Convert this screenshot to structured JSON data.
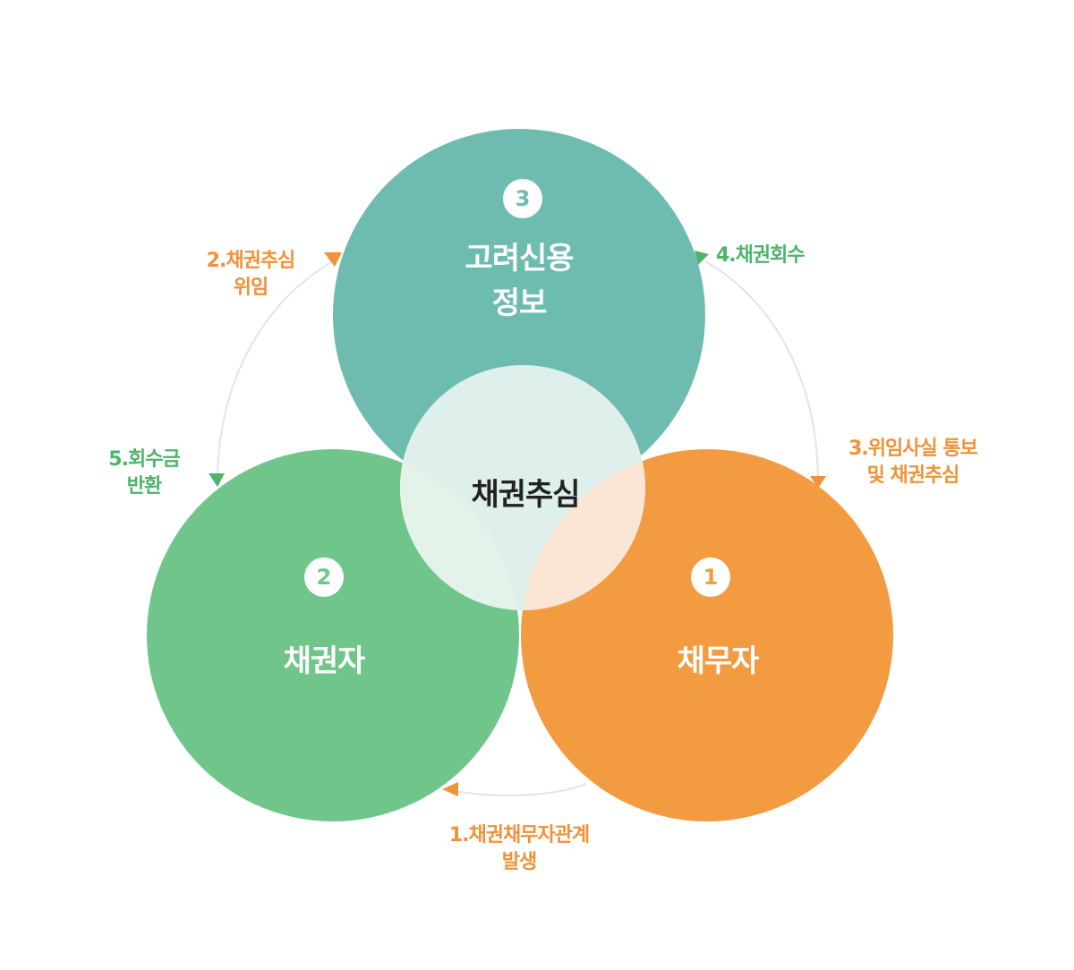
{
  "circles": {
    "top": {
      "number": "3",
      "title_line1": "고려신용",
      "title_line2": "정보",
      "color": "#6dbcaf"
    },
    "left": {
      "number": "2",
      "title": "채권자",
      "color": "#70c58a"
    },
    "right": {
      "number": "1",
      "title": "채무자",
      "color": "#f29b40"
    }
  },
  "center": {
    "title": "채권추심",
    "color": "#e2f1ee"
  },
  "steps": {
    "step1": {
      "line1": "1.채권채무자관계",
      "line2": "발생",
      "color": "#f0923a"
    },
    "step2": {
      "line1": "2.채권추심",
      "line2": "위임",
      "color": "#f0923a"
    },
    "step3": {
      "line1": "3.위임사실 통보",
      "line2": "및 채권추심",
      "color": "#f0923a"
    },
    "step4": {
      "line1": "4.채권회수",
      "color": "#4fb36b"
    },
    "step5": {
      "line1": "5.회수금",
      "line2": "반환",
      "color": "#4fb36b"
    }
  },
  "colors": {
    "arc": "#e4e4e4",
    "overlap_left": "#e4f3ea",
    "overlap_right": "#fbe6d6",
    "overlap_top_center": "#dfefec"
  }
}
